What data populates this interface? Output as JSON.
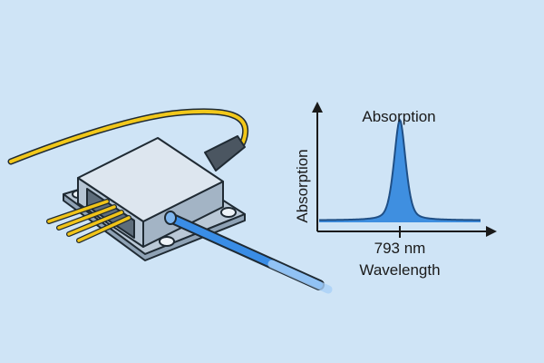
{
  "colors": {
    "background": "#cfe4f6",
    "outline": "#1f2a33",
    "housing_top": "#dde6ef",
    "housing_front": "#b6c5d4",
    "housing_side": "#a3b4c5",
    "flange": "#bac8d6",
    "window": "#5d6c7a",
    "pins": "#f0c419",
    "yellow_fiber": "#f2c81a",
    "output_fiber": "#3a8de6",
    "grey_pigtail": "#4b5661",
    "peak_fill": "#3f8fe0",
    "axis": "#1a1a1a"
  },
  "device": {
    "pin_count": 4
  },
  "chart_data": {
    "type": "area",
    "title": "Absorption",
    "xlabel": "Wavelength",
    "ylabel": "Absorption",
    "x_tick_label": "793 nm",
    "peak_center": 793,
    "peak_width": 1,
    "xlim": [
      780,
      806
    ],
    "ylim": [
      0,
      1.15
    ],
    "baseline": 0.02,
    "peak_height": 1.0,
    "grid": false,
    "legend": "none"
  }
}
